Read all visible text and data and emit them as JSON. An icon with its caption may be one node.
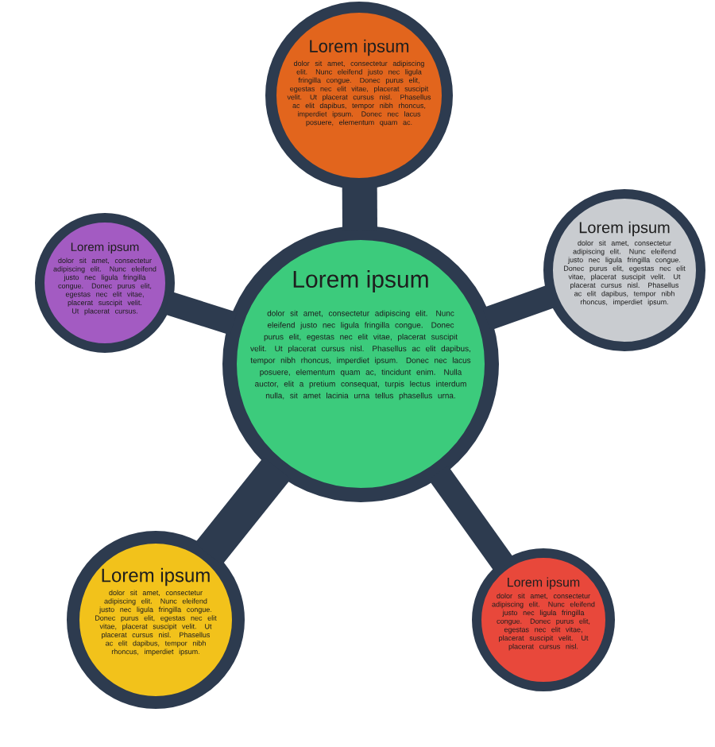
{
  "diagram": {
    "nodes": [
      {
        "text": [
          "Lorem ipsum",
          "dolor sit amet, consectetur adipiscing elit. Nunc eleifend justo nec ligula fringilla congue. Donec purus elit, egestas nec elit vitae, placerat suscipit velit. Ut placerat cursus nisl. Phasellus ac elit dapibus, tempor nibh rhoncus, imperdiet ipsum. Donec nec lacus posuere, elementum quam ac, tincidunt enim. Nulla auctor, elit a pretium consequat, turpis lectus interdum nulla, sit amet lacinia urna tellus phasellus urna."
        ]
      },
      {
        "text": [
          "Lorem ipsum",
          "dolor sit amet, consectetur adipiscing elit. Nunc eleifend justo nec ligula fringilla congue. Donec purus elit, egestas nec elit vitae, placerat suscipit velit. Ut placerat cursus nisl. Phasellus ac elit dapibus, tempor nibh rhoncus, imperdiet ipsum. Donec nec lacus posuere, elementum quam ac."
        ]
      },
      {
        "text": [
          "Lorem ipsum",
          "dolor sit amet, consectetur adipiscing elit. Nunc eleifend justo nec ligula fringilla congue. Donec purus elit, egestas nec elit vitae, placerat suscipit velit. Ut placerat cursus nisl. Phasellus ac elit dapibus, tempor nibh rhoncus, imperdiet ipsum."
        ]
      },
      {
        "text": [
          "Lorem ipsum",
          "dolor sit amet, consectetur adipiscing elit. Nunc eleifend justo nec ligula fringilla congue. Donec purus elit, egestas nec elit vitae, placerat suscipit velit. Ut placerat cursus nisl."
        ]
      },
      {
        "text": [
          "Lorem ipsum",
          "dolor sit amet, consectetur adipiscing elit. Nunc eleifend justo nec ligula fringilla congue. Donec purus elit, egestas nec elit vitae, placerat suscipit velit. Ut placerat cursus nisl. Phasellus ac elit dapibus, tempor nibh rhoncus, imperdiet ipsum."
        ]
      },
      {
        "text": [
          "Lorem ipsum",
          "dolor sit amet, consectetur adipiscing elit. Nunc eleifend justo nec ligula fringilla congue. Donec purus elit, egestas nec elit vitae, placerat suscipit velit. Ut placerat cursus."
        ]
      }
    ],
    "edges": [
      {
        "from": 0,
        "to": 1,
        "arrow": "none"
      },
      {
        "from": 0,
        "to": 2,
        "arrow": "none"
      },
      {
        "from": 0,
        "to": 3,
        "arrow": "none"
      },
      {
        "from": 0,
        "to": 4,
        "arrow": "none"
      },
      {
        "from": 0,
        "to": 5,
        "arrow": "none"
      }
    ]
  }
}
